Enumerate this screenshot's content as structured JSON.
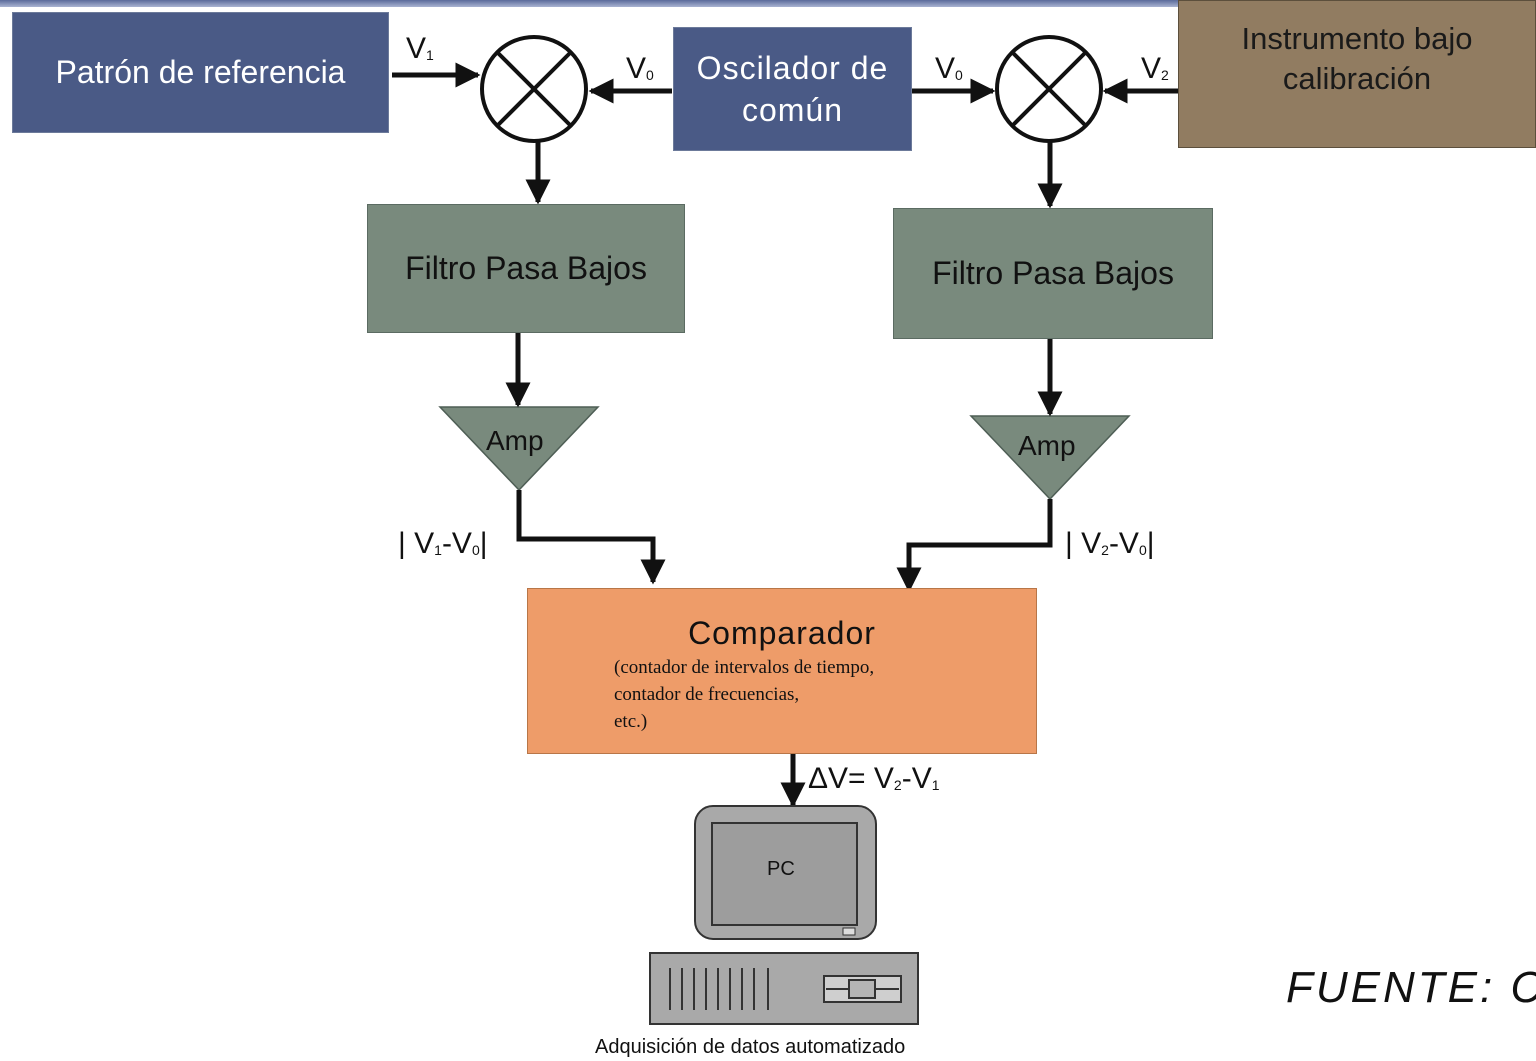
{
  "blocks": {
    "patron": "Patrón de referencia",
    "oscilador_line1": "Oscilador de",
    "oscilador_line2": "común",
    "instrumento_line1": "Instrumento bajo",
    "instrumento_line2": "calibración",
    "filtro_left": "Filtro Pasa Bajos",
    "filtro_right": "Filtro Pasa Bajos",
    "amp_left": "Amp",
    "amp_right": "Amp",
    "comparador_title": "Comparador",
    "comparador_lines": [
      "(contador de intervalos de tiempo,",
      "contador de frecuencias,",
      "etc.)"
    ],
    "pc_label": "PC",
    "pc_caption": "Adquisición de datos automatizado"
  },
  "signals": {
    "v1_base": "V",
    "v1_sub": "1",
    "v0_left_base": "V",
    "v0_left_sub": "0",
    "v0_right_base": "V",
    "v0_right_sub": "0",
    "v2_base": "V",
    "v2_sub": "2",
    "diff_left": {
      "a": "| V",
      "a_sub": "1",
      "b": "-V",
      "b_sub": "0",
      "c": "|"
    },
    "diff_right": {
      "a": "| V",
      "a_sub": "2",
      "b": "-V",
      "b_sub": "0",
      "c": "|"
    },
    "delta": {
      "a": "ΔV= V",
      "a_sub": "2",
      "b": "-V",
      "b_sub": "1"
    }
  },
  "source_note": "FUENTE: C"
}
